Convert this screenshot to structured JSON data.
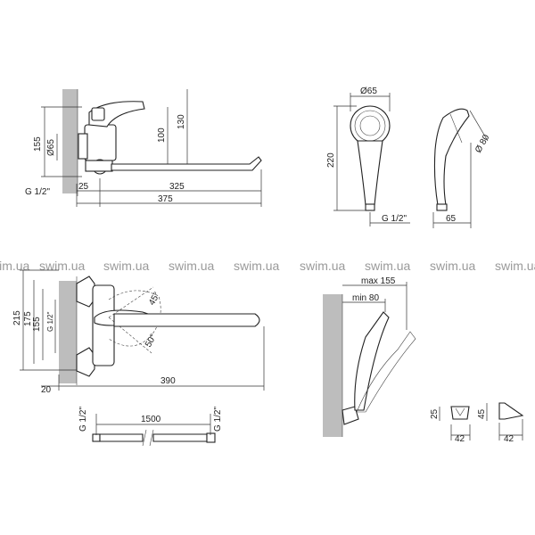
{
  "watermark": {
    "text": "swim.ua",
    "color": "#9a9a9a"
  },
  "view_front_top": {
    "dims": {
      "height_155": "155",
      "diameter_65": "Ø65",
      "height_100": "100",
      "height_130": "130",
      "thread": "G 1/2\"",
      "offset_25": "25",
      "spout_325": "325",
      "total_375": "375"
    }
  },
  "hand_shower": {
    "dims": {
      "diameter_65": "Ø65",
      "length_220": "220",
      "thread": "G 1/2\"",
      "diameter_80": "Ø 80",
      "depth_65": "65"
    }
  },
  "view_top": {
    "dims": {
      "height_215": "215",
      "height_175": "175",
      "height_155": "155",
      "thread": "G 1/2\"",
      "angle_45": "45°",
      "angle_50": "50°",
      "offset_20": "20",
      "spout_390": "390"
    }
  },
  "hose": {
    "dims": {
      "thread_left": "G 1/2\"",
      "length_1500": "1500",
      "thread_right": "G 1/2\""
    }
  },
  "holder_view": {
    "dims": {
      "max_155": "max 155",
      "min_80": "min 80"
    }
  },
  "bracket": {
    "dims": {
      "front_height": "25",
      "front_width": "42",
      "side_height": "45",
      "side_width": "42"
    }
  }
}
